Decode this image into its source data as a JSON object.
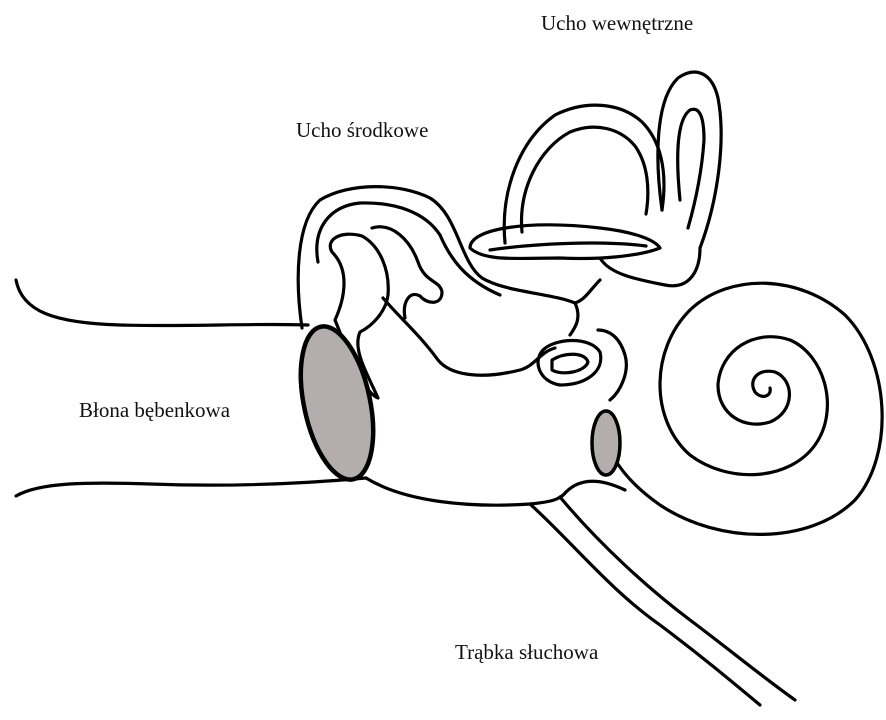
{
  "labels": {
    "inner_ear": "Ucho wewnętrzne",
    "middle_ear": "Ucho środkowe",
    "eardrum": "Błona bębenkowa",
    "eustachian_tube": "Trąbka słuchowa"
  },
  "colors": {
    "stroke": "#000000",
    "membrane_fill": "#b3adad",
    "background": "#ffffff"
  }
}
